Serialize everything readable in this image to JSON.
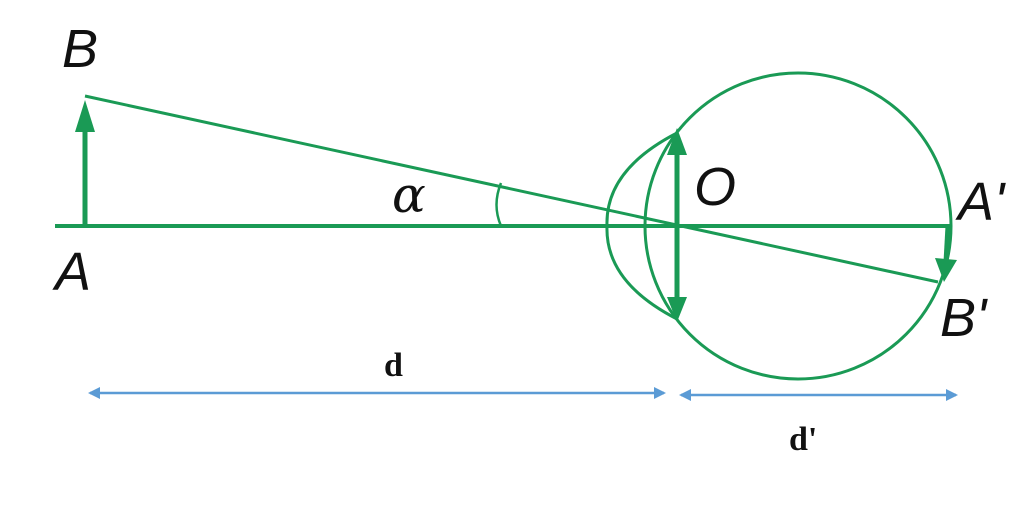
{
  "labels": {
    "A": "A",
    "B": "B",
    "O": "O",
    "A_prime": "A'",
    "B_prime": "B'",
    "alpha": "α",
    "d": "d",
    "d_prime": "d'"
  },
  "colors": {
    "ray": "#1a9a55",
    "eye": "#1a9a55",
    "dimension": "#5b9bd5",
    "text": "#111111"
  }
}
